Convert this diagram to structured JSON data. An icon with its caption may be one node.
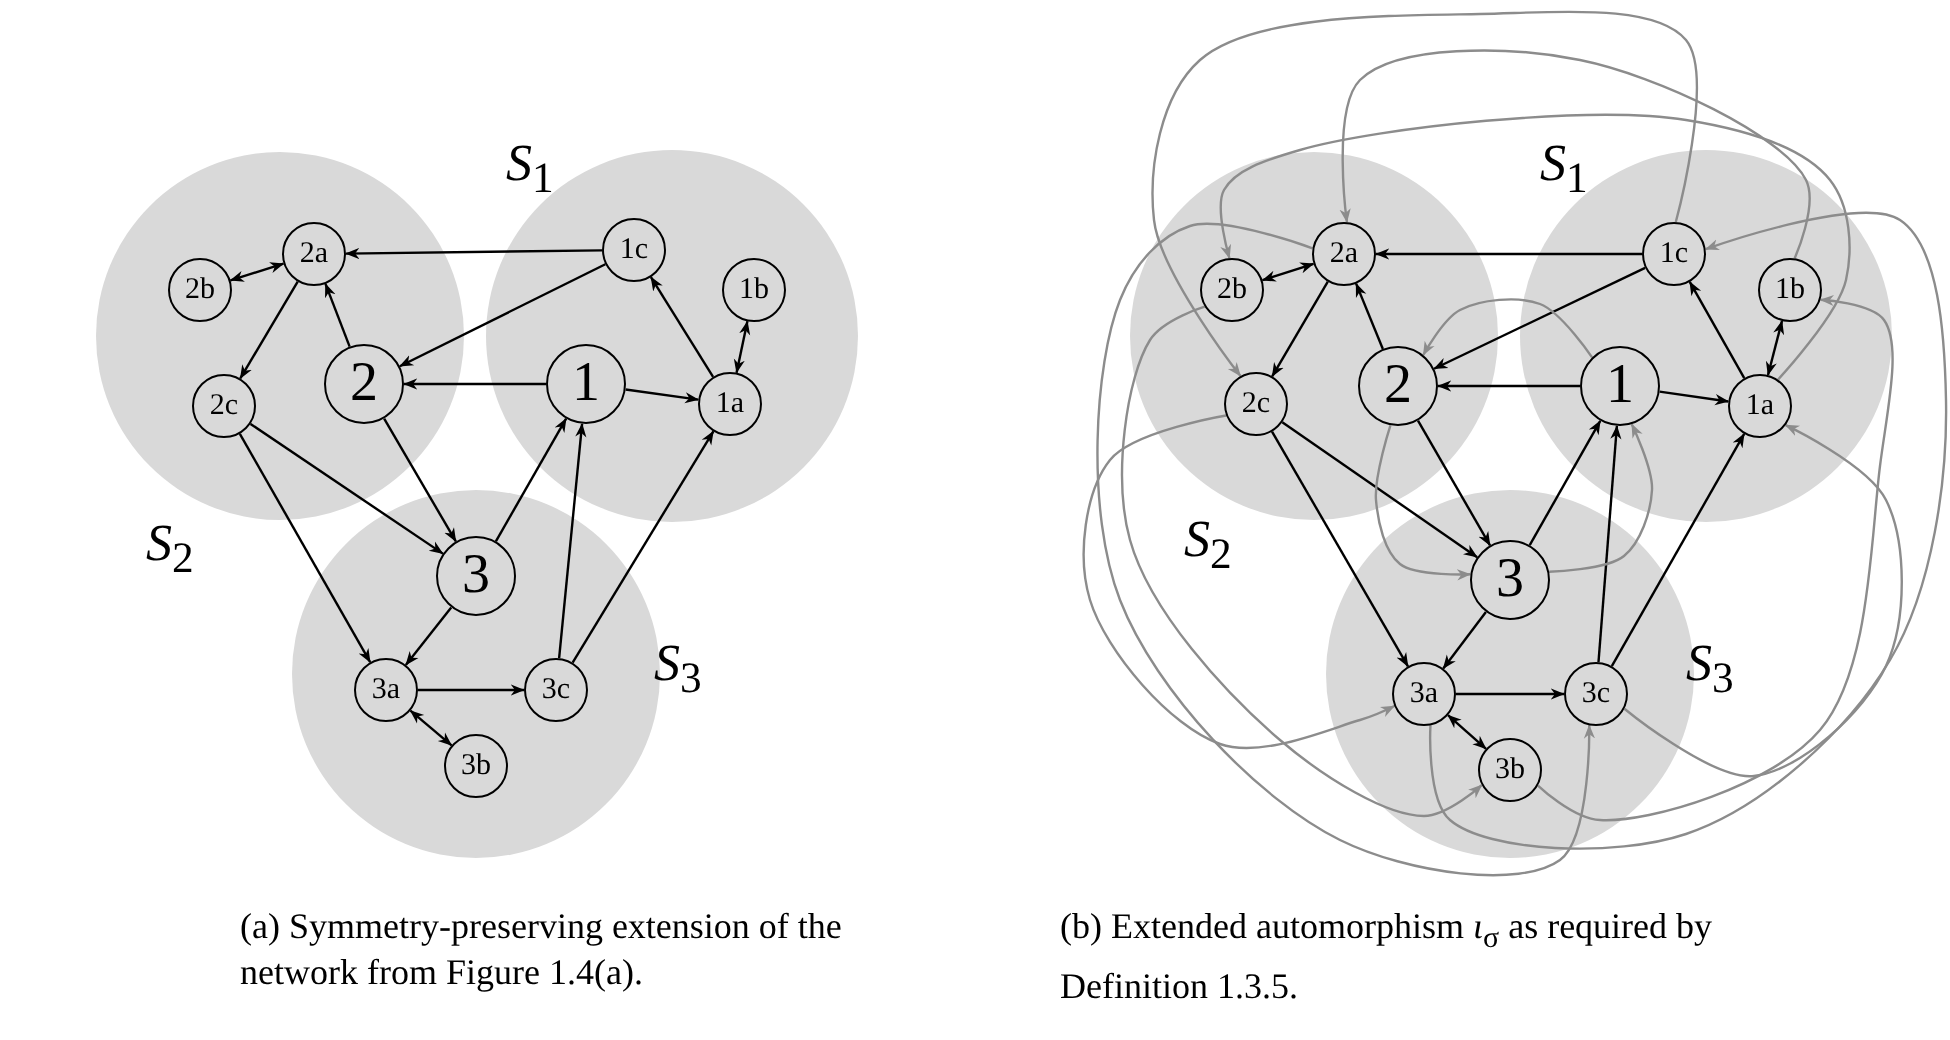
{
  "diagram": {
    "nodes": [
      {
        "text": [
          "*S*$_{1}$"
        ]
      },
      {
        "text": [
          "*S*$_{2}$"
        ]
      },
      {
        "text": [
          "*S*$_{3}$"
        ]
      },
      {
        "text": [
          "2a"
        ],
        "in": 1
      },
      {
        "text": [
          "2b"
        ],
        "in": 1
      },
      {
        "text": [
          "2c"
        ],
        "in": 1
      },
      {
        "text": [
          "2"
        ],
        "in": 1
      },
      {
        "text": [
          "1c"
        ],
        "in": 0
      },
      {
        "text": [
          "1b"
        ],
        "in": 0
      },
      {
        "text": [
          "1"
        ],
        "in": 0
      },
      {
        "text": [
          "1a"
        ],
        "in": 0
      },
      {
        "text": [
          "3"
        ],
        "in": 2
      },
      {
        "text": [
          "3a"
        ],
        "in": 2
      },
      {
        "text": [
          "3c"
        ],
        "in": 2
      },
      {
        "text": [
          "3b"
        ],
        "in": 2
      },
      {
        "text": [
          "*S*$_{1}$"
        ]
      },
      {
        "text": [
          "*S*$_{2}$"
        ]
      },
      {
        "text": [
          "*S*$_{3}$"
        ]
      },
      {
        "text": [
          "2a"
        ],
        "in": 16
      },
      {
        "text": [
          "2b"
        ],
        "in": 16
      },
      {
        "text": [
          "2c"
        ],
        "in": 16
      },
      {
        "text": [
          "2"
        ],
        "in": 16
      },
      {
        "text": [
          "1c"
        ],
        "in": 15
      },
      {
        "text": [
          "1b"
        ],
        "in": 15
      },
      {
        "text": [
          "1"
        ],
        "in": 15
      },
      {
        "text": [
          "1a"
        ],
        "in": 15
      },
      {
        "text": [
          "3"
        ],
        "in": 17
      },
      {
        "text": [
          "3a"
        ],
        "in": 17
      },
      {
        "text": [
          "3c"
        ],
        "in": 17
      },
      {
        "text": [
          "3b"
        ],
        "in": 17
      }
    ],
    "edges": [
      {
        "from": 7,
        "to": 3,
        "arrow": "to"
      },
      {
        "from": 7,
        "to": 6,
        "arrow": "to"
      },
      {
        "from": 9,
        "to": 6,
        "arrow": "to"
      },
      {
        "from": 9,
        "to": 10,
        "arrow": "to"
      },
      {
        "from": 10,
        "to": 7,
        "arrow": "to"
      },
      {
        "from": 10,
        "to": 8,
        "arrow": "both"
      },
      {
        "from": 6,
        "to": 3,
        "arrow": "to"
      },
      {
        "from": 3,
        "to": 4,
        "arrow": "both"
      },
      {
        "from": 3,
        "to": 5,
        "arrow": "to"
      },
      {
        "from": 6,
        "to": 11,
        "arrow": "to"
      },
      {
        "from": 5,
        "to": 11,
        "arrow": "to"
      },
      {
        "from": 5,
        "to": 12,
        "arrow": "to"
      },
      {
        "from": 11,
        "to": 9,
        "arrow": "to"
      },
      {
        "from": 11,
        "to": 12,
        "arrow": "to"
      },
      {
        "from": 12,
        "to": 13,
        "arrow": "to"
      },
      {
        "from": 13,
        "to": 9,
        "arrow": "to"
      },
      {
        "from": 13,
        "to": 10,
        "arrow": "to"
      },
      {
        "from": 12,
        "to": 14,
        "arrow": "both"
      },
      {
        "from": 22,
        "to": 18,
        "arrow": "to"
      },
      {
        "from": 22,
        "to": 21,
        "arrow": "to"
      },
      {
        "from": 24,
        "to": 21,
        "arrow": "to"
      },
      {
        "from": 24,
        "to": 25,
        "arrow": "to"
      },
      {
        "from": 25,
        "to": 22,
        "arrow": "to"
      },
      {
        "from": 25,
        "to": 23,
        "arrow": "both"
      },
      {
        "from": 21,
        "to": 18,
        "arrow": "to"
      },
      {
        "from": 18,
        "to": 19,
        "arrow": "both"
      },
      {
        "from": 18,
        "to": 20,
        "arrow": "to"
      },
      {
        "from": 21,
        "to": 26,
        "arrow": "to"
      },
      {
        "from": 20,
        "to": 26,
        "arrow": "to"
      },
      {
        "from": 20,
        "to": 27,
        "arrow": "to"
      },
      {
        "from": 26,
        "to": 24,
        "arrow": "to"
      },
      {
        "from": 26,
        "to": 27,
        "arrow": "to"
      },
      {
        "from": 27,
        "to": 28,
        "arrow": "to"
      },
      {
        "from": 28,
        "to": 24,
        "arrow": "to"
      },
      {
        "from": 28,
        "to": 25,
        "arrow": "to"
      },
      {
        "from": 27,
        "to": 29,
        "arrow": "both"
      },
      {
        "from": 24,
        "to": 21,
        "arrow": "to",
        "color": "#8c8c8c"
      },
      {
        "from": 21,
        "to": 26,
        "arrow": "to",
        "color": "#8c8c8c"
      },
      {
        "from": 26,
        "to": 24,
        "arrow": "to",
        "color": "#8c8c8c"
      },
      {
        "from": 23,
        "to": 18,
        "arrow": "to",
        "color": "#8c8c8c"
      },
      {
        "from": 22,
        "to": 20,
        "arrow": "to",
        "color": "#8c8c8c"
      },
      {
        "from": 25,
        "to": 19,
        "arrow": "to",
        "color": "#8c8c8c"
      },
      {
        "from": 20,
        "to": 27,
        "arrow": "to",
        "color": "#8c8c8c"
      },
      {
        "from": 19,
        "to": 29,
        "arrow": "to",
        "color": "#8c8c8c"
      },
      {
        "from": 18,
        "to": 28,
        "arrow": "to",
        "color": "#8c8c8c"
      },
      {
        "from": 27,
        "to": 22,
        "arrow": "to",
        "color": "#8c8c8c"
      },
      {
        "from": 29,
        "to": 23,
        "arrow": "to",
        "color": "#8c8c8c"
      },
      {
        "from": 28,
        "to": 25,
        "arrow": "to",
        "color": "#8c8c8c"
      }
    ],
    "labels": [
      "(a) Symmetry-preserving extension of the network from Figure 1.4(a).",
      "(b) Extended automorphism *ι*$_{σ}$ as required by Definition 1.3.5."
    ]
  }
}
